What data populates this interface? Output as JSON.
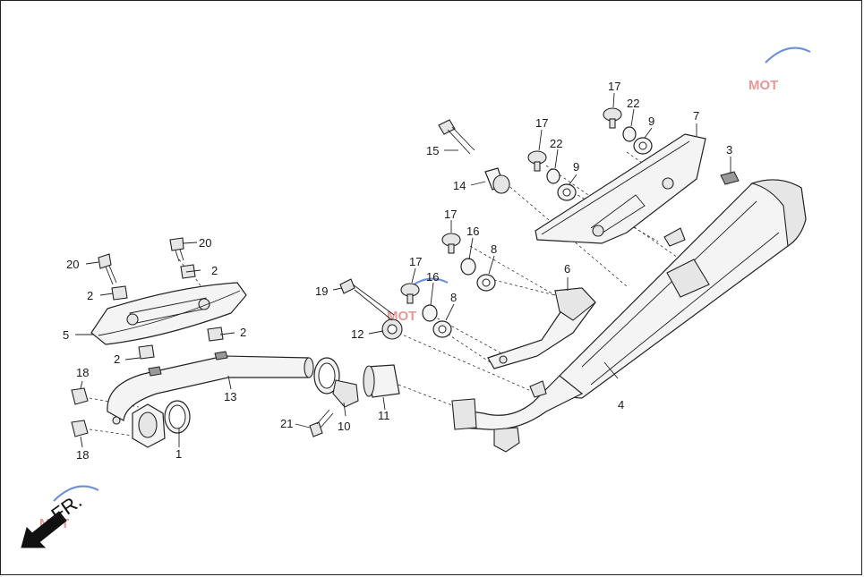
{
  "direction_label": "FR.",
  "watermark": "MOT",
  "callouts": {
    "c1": "1",
    "c2a": "2",
    "c2b": "2",
    "c2c": "2",
    "c2d": "2",
    "c3": "3",
    "c4": "4",
    "c5": "5",
    "c6": "6",
    "c7": "7",
    "c8a": "8",
    "c8b": "8",
    "c9a": "9",
    "c9b": "9",
    "c10": "10",
    "c11": "11",
    "c12": "12",
    "c13": "13",
    "c14": "14",
    "c15": "15",
    "c16a": "16",
    "c16b": "16",
    "c17a": "17",
    "c17b": "17",
    "c17c": "17",
    "c17d": "17",
    "c18a": "18",
    "c18b": "18",
    "c19": "19",
    "c20a": "20",
    "c20b": "20",
    "c21": "21",
    "c22a": "22",
    "c22b": "22"
  }
}
